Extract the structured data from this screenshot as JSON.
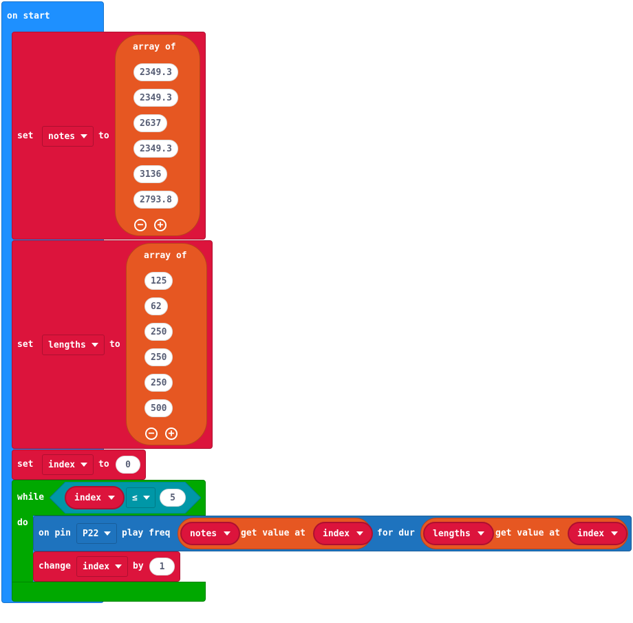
{
  "on_start": {
    "label": "on start"
  },
  "notes_block": {
    "set": "set",
    "var": "notes",
    "to": "to",
    "array_label": "array of",
    "items": [
      "2349.3",
      "2349.3",
      "2637",
      "2349.3",
      "3136",
      "2793.8"
    ]
  },
  "lengths_block": {
    "set": "set",
    "var": "lengths",
    "to": "to",
    "array_label": "array of",
    "items": [
      "125",
      "62",
      "250",
      "250",
      "250",
      "500"
    ]
  },
  "index_block": {
    "set": "set",
    "var": "index",
    "to": "to",
    "value": "0"
  },
  "while_block": {
    "while": "while",
    "do": "do",
    "left": "index",
    "op": "≤",
    "right": "5"
  },
  "play_block": {
    "on_pin": "on pin",
    "pin": "P22",
    "play_freq": "play freq",
    "arr1": "notes",
    "get1": "get value at",
    "idx1": "index",
    "for_dur": "for dur",
    "arr2": "lengths",
    "get2": "get value at",
    "idx2": "index"
  },
  "change_block": {
    "change": "change",
    "var": "index",
    "by": "by",
    "value": "1"
  },
  "colors": {
    "event_blue": "#1e90ff",
    "variables_red": "#dc143c",
    "arrays_orange": "#e65722",
    "loops_green": "#00a800",
    "logic_teal": "#0097a7",
    "music_blue": "#1e73be"
  }
}
